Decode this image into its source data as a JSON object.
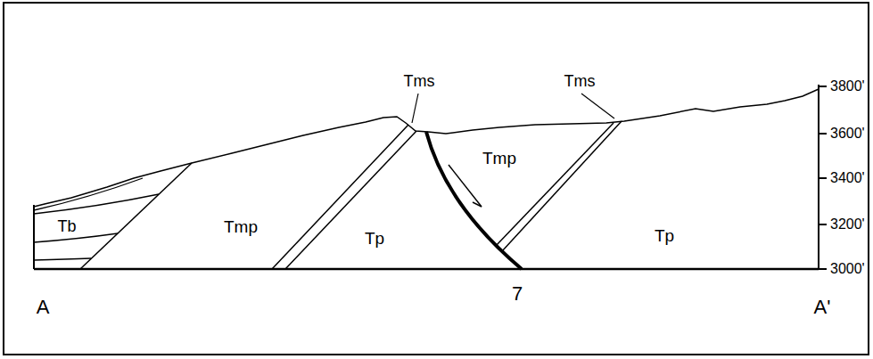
{
  "diagram": {
    "labels": [
      "Tms",
      "Tms",
      "Tmp",
      "Tmp",
      "Tp",
      "Tp",
      "Tb",
      "3800'",
      "3600'",
      "3400'",
      "3200'",
      "3000'",
      "A",
      "7",
      "A'"
    ]
  }
}
